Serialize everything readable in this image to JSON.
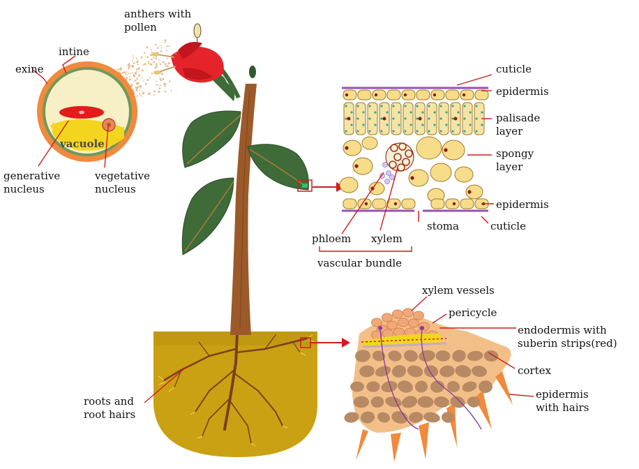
{
  "labels": {
    "anthers": "anthers with\npollen",
    "intine": "intine",
    "exine": "exine",
    "vacuole": "vacuole",
    "generative": "generative\nnucleus",
    "vegetative": "vegetative\nnucleus",
    "cuticle_top": "cuticle",
    "epidermis_top": "epidermis",
    "palisade": "palisade\nlayer",
    "spongy": "spongy\nlayer",
    "epidermis_bottom": "epidermis",
    "stoma": "stoma",
    "cuticle_bottom": "cuticle",
    "phloem": "phloem",
    "xylem": "xylem",
    "vascular_bundle": "vascular bundle",
    "xylem_vessels": "xylem vessels",
    "pericycle": "pericycle",
    "endodermis": "endodermis with\nsuberin strips(red)",
    "cortex": "cortex",
    "epidermis_hairs": "epidermis\nwith hairs",
    "roots": "roots and\nroot hairs"
  },
  "colors": {
    "pointer": "#d21a1a",
    "soil": "#c9a112",
    "stem": "#9c5a2a",
    "leaf": "#3e6b38",
    "flower": "#e4232b",
    "pollen_ring": "#f08a3c",
    "cell_fill": "#f7dc8a",
    "cortex_cell": "#b88a63",
    "root_tissue": "#f3bf88"
  }
}
